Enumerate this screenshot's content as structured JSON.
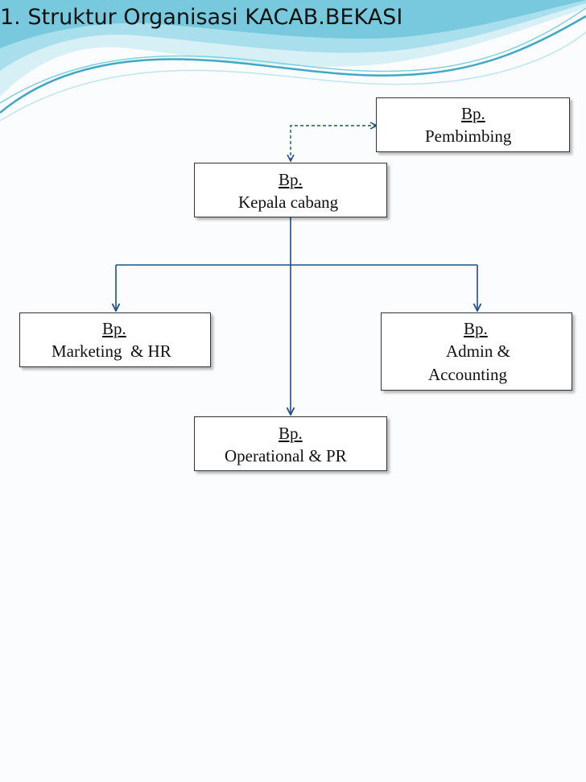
{
  "slide": {
    "title": "1. Struktur Organisasi KACAB.BEKASI"
  },
  "org_chart": {
    "pembimbing": {
      "prefix": "Bp.",
      "role": "Pembimbing"
    },
    "kepala_cabang": {
      "prefix": "Bp.",
      "role": "Kepala cabang"
    },
    "marketing_hr": {
      "prefix": "Bp.",
      "role": "Marketing  & HR"
    },
    "admin_accounting": {
      "prefix": "Bp.",
      "role_line1": "Admin &",
      "role_line2": "Accounting"
    },
    "operational_pr": {
      "prefix": "Bp.",
      "role": "Operational & PR"
    }
  },
  "colors": {
    "connector": "#1f4e8c",
    "wave_light": "#bfe6ef",
    "wave_mid": "#7fd0e0",
    "wave_dark": "#3fa9c4"
  }
}
